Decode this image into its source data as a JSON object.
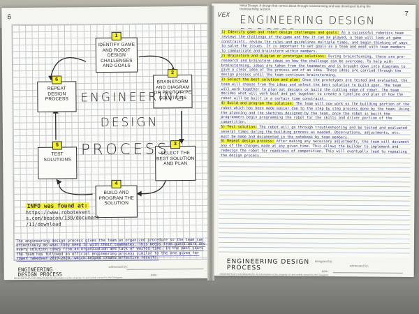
{
  "left_page": {
    "page_number": "6",
    "center_title": [
      "ENGINEERING",
      "DESIGN",
      "PROCESS"
    ],
    "steps": [
      {
        "num": "1",
        "label": "Identify game and robot design challenges and goals"
      },
      {
        "num": "2",
        "label": "Brainstorm and diagram or prototype solutions"
      },
      {
        "num": "3",
        "label": "Select the best solution and plan"
      },
      {
        "num": "4",
        "label": "Build and program the solution"
      },
      {
        "num": "5",
        "label": "Test solutions"
      },
      {
        "num": "6",
        "label": "Repeat design process"
      }
    ],
    "info": {
      "title": "INFO was found at:",
      "lines": [
        "https://www.robotevent",
        "s.com/beacon/130/document",
        "/11/download"
      ]
    },
    "paragraph": "The engineering design process gives the team an organized procedure so the team can effectively do what they need to with their teammates. This keeps from guess-work and every solution comes from an organization and lack of wasted time. In the past years the team has followed an official engineering process similar to the one given for Tower Takeover 2019-2020, which helped create effective results.",
    "footer_name": "ENGINEERING DESIGN PROCESS",
    "footer_notice": "PROPRIETARY INFORMATION: All information is the property of, and solely owned by the Designer.",
    "witnessed_by": "witnessed by:",
    "date": "date:"
  },
  "right_page": {
    "page_number": "7",
    "header_note": "Initial Design: A design that comes about through brainstorming and was developed during the brainstorming session.",
    "brand": "VEX",
    "title": "ENGINEERING DESIGN PROCESS",
    "sections": [
      {
        "heading": "1) Identify game and robot design challenges and goals:",
        "body": "As a successful robotics team reviews the challenge of the game and how it can be played, a team will look at game constraints, review the rules and guidelines multiple times, and begin thinking of ways to solve the issues. It is important to set goals as a team and meet with team members to communicate and brainstorm within members."
      },
      {
        "heading": "2) Brainstorm and diagram or prototype solutions:",
        "body": "During brainstorming, these are pre-research and brainstorm ideas on how the challenge can be overcome. To help with brainstorming, ideas are taken from the teammates and is brought down into diagrams to give a clear idea of the process and of an idea. These ideas are carried through the design process until the team continues brainstorming."
      },
      {
        "heading": "3) Select the best solution and plan:",
        "body": "Once the prototypes are tested and evaluated, the team will choose from the ideas and select the best solution to build upon. The team will work together to plan out designs or build the cutting edge of robot. The team decides what will work best and get together to create a timeline and plan of how the robot will be built in a certain time constraint."
      },
      {
        "heading": "4) Build and program the solution:",
        "body": "The team will now work on the building portion of the robot which has been made easier due to the step by step process done by the team. Using the planning and the sketches designed by the team, once the robot is built the programmers begin programming the robot for the skills and driver portion of the competition."
      },
      {
        "heading": "5) Test solution:",
        "body": "The robot will go through troubleshooting and be tested and evaluated several times during the building process as needed. Observations, adjustments, etc. must be made and documented in the notebook by team members."
      },
      {
        "heading": "6) Repeat design process:",
        "body": "After making any necessary adjustments, the team will document any of the changes made at any given time. This allows the builder to implement and redesign the robot for readiness of competition. This will eventually lead to repeating the design process."
      }
    ],
    "footer_name": "ENGINEERING DESIGN PROCESS",
    "footer_notice": "PROPRIETARY INFORMATION: All information is the property of, and solely owned by the Designer.",
    "designed_by": "designed by:",
    "witnessed_by": "witnessed by:",
    "date": "date:"
  }
}
